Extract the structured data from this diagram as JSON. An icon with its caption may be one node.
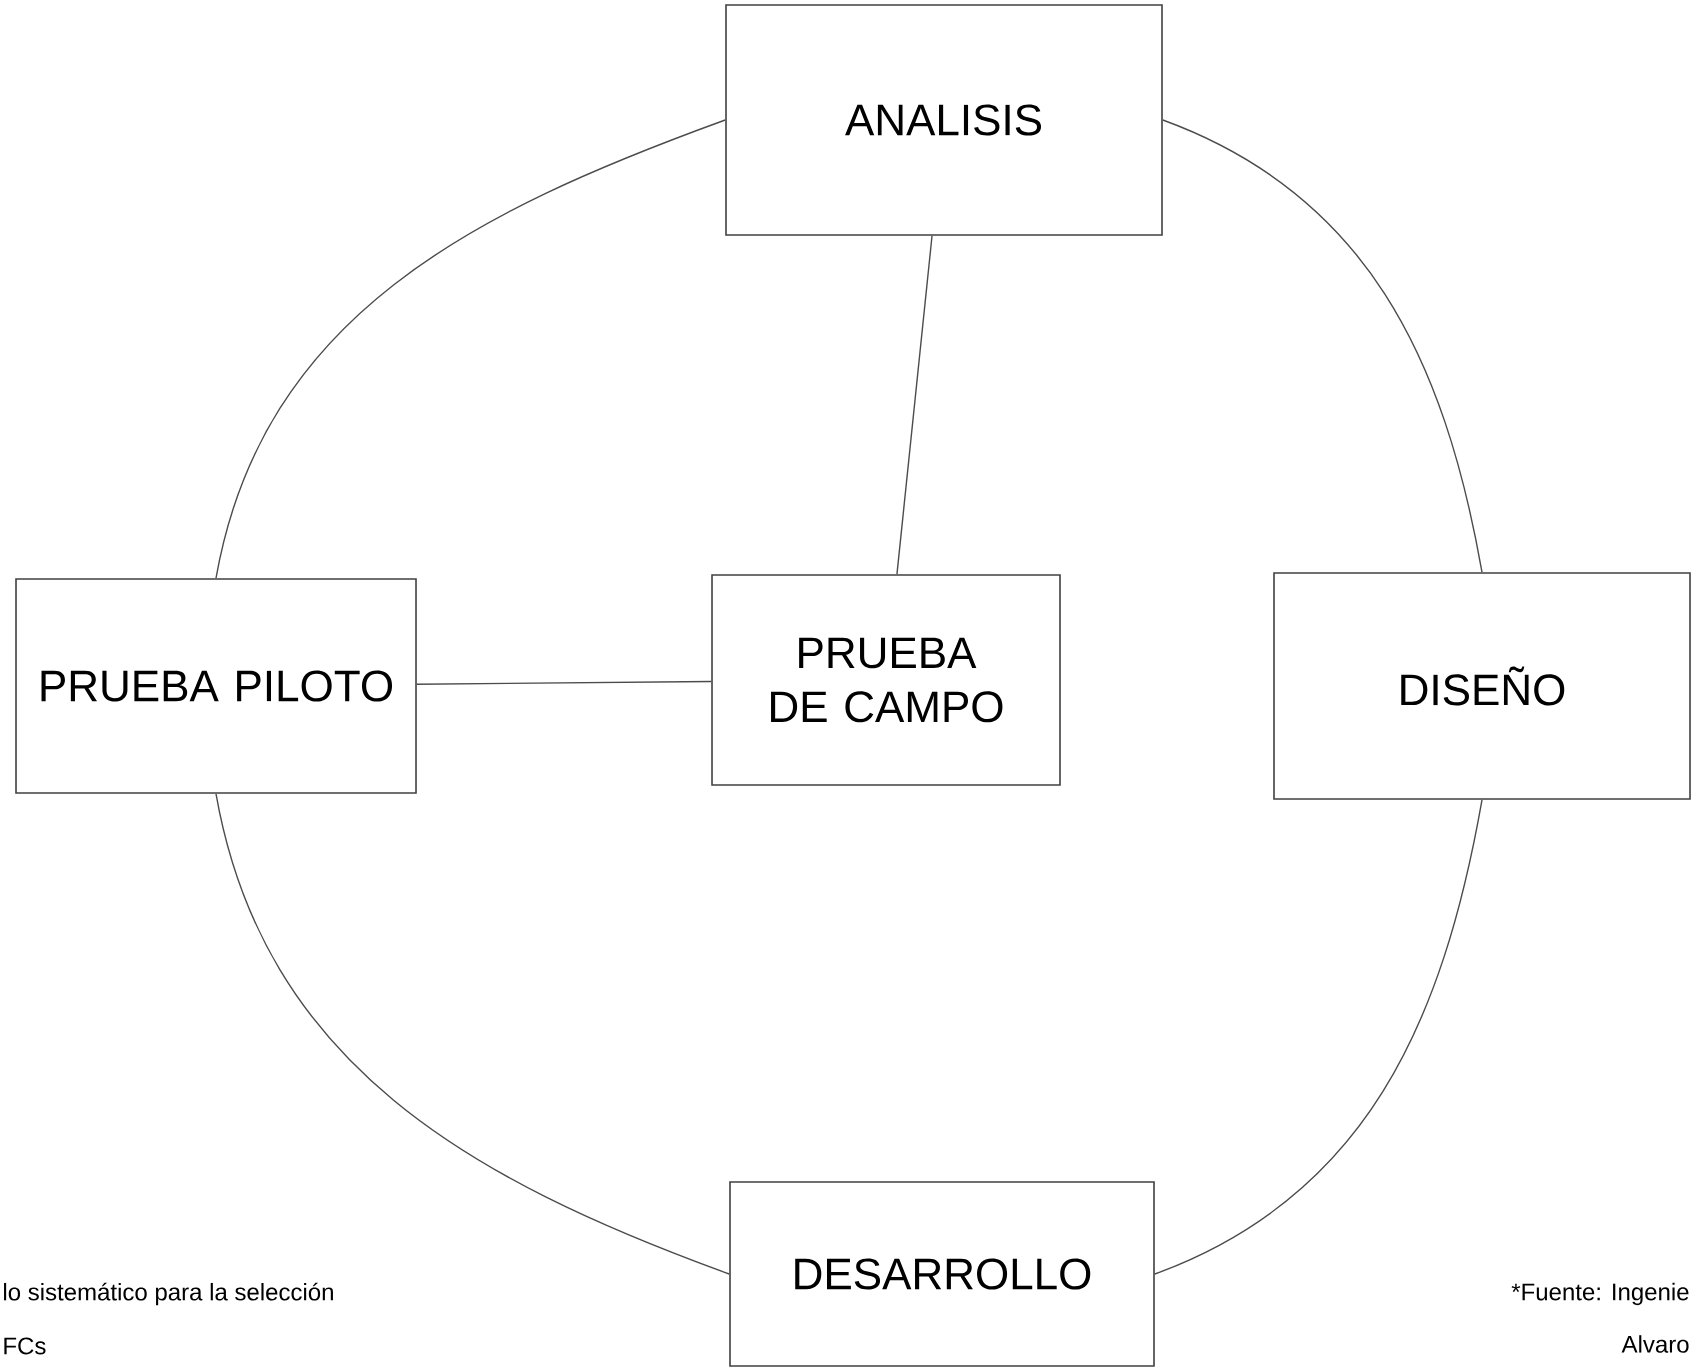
{
  "diagram": {
    "nodes": [
      {
        "text": [
          "ANALISIS"
        ]
      },
      {
        "text": [
          "PRUEBA PILOTO"
        ]
      },
      {
        "text": [
          "PRUEBA DE CAMPO"
        ]
      },
      {
        "text": [
          "DISEÑO"
        ]
      },
      {
        "text": [
          "DESARROLLO"
        ]
      }
    ],
    "edges": [
      {
        "from": 0,
        "to": 3,
        "arrow": "none"
      },
      {
        "from": 3,
        "to": 4,
        "arrow": "none"
      },
      {
        "from": 4,
        "to": 1,
        "arrow": "none"
      },
      {
        "from": 1,
        "to": 0,
        "arrow": "none"
      },
      {
        "from": 0,
        "to": 2,
        "arrow": "none"
      },
      {
        "from": 1,
        "to": 2,
        "arrow": "none"
      }
    ],
    "labels": [
      "lo sistemático para la selección",
      "FCs",
      "*Fuente: Ingenie",
      "Alvaro"
    ]
  }
}
